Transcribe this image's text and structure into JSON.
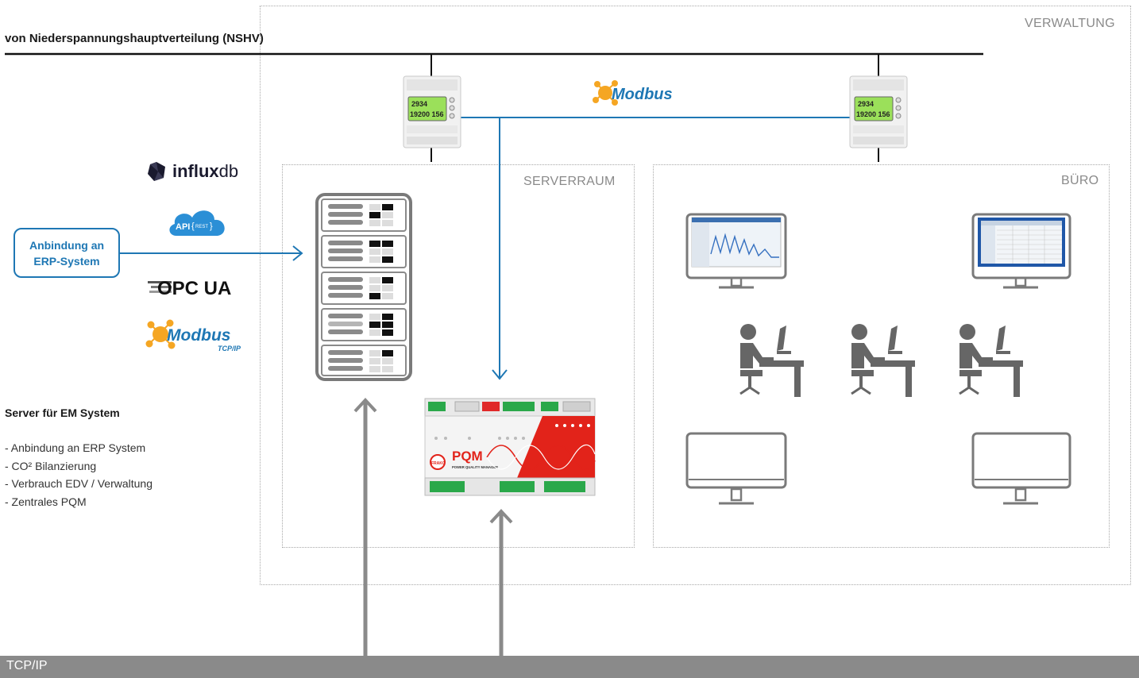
{
  "nshv_label": "von Niederspannungshauptverteilung (NSHV)",
  "zones": {
    "verwaltung": "VERWALTUNG",
    "serverraum": "SERVERRAUM",
    "buero": "BÜRO"
  },
  "protocols": {
    "modbus_top": "Modbus",
    "influx_bold": "influx",
    "influx_light": "db",
    "api": "API",
    "api_rest": "REST",
    "opc": "OPC UA",
    "modbus_side": "Modbus",
    "modbus_side_sub": "TCP/IP"
  },
  "erp_box": {
    "line1": "Anbindung an",
    "line2": "ERP-System"
  },
  "server": {
    "title": "Server für EM System",
    "items": [
      "- Anbindung an ERP System",
      "- CO² Bilanzierung",
      "- Verbrauch EDV / Verwaltung",
      "- Zentrales PQM"
    ]
  },
  "pqm": {
    "name": "PQM",
    "subtitle": "POWER QUALITY MANAGER",
    "brand": "FRAKO"
  },
  "meter": {
    "line1": "2934",
    "line2": "19200 156"
  },
  "tcp_label": "TCP/IP",
  "colors": {
    "accent_blue": "#1e77b4",
    "arrow_gray": "#8a8a8a",
    "pqm_red": "#e2231a",
    "lcd_green": "#9be05a"
  }
}
